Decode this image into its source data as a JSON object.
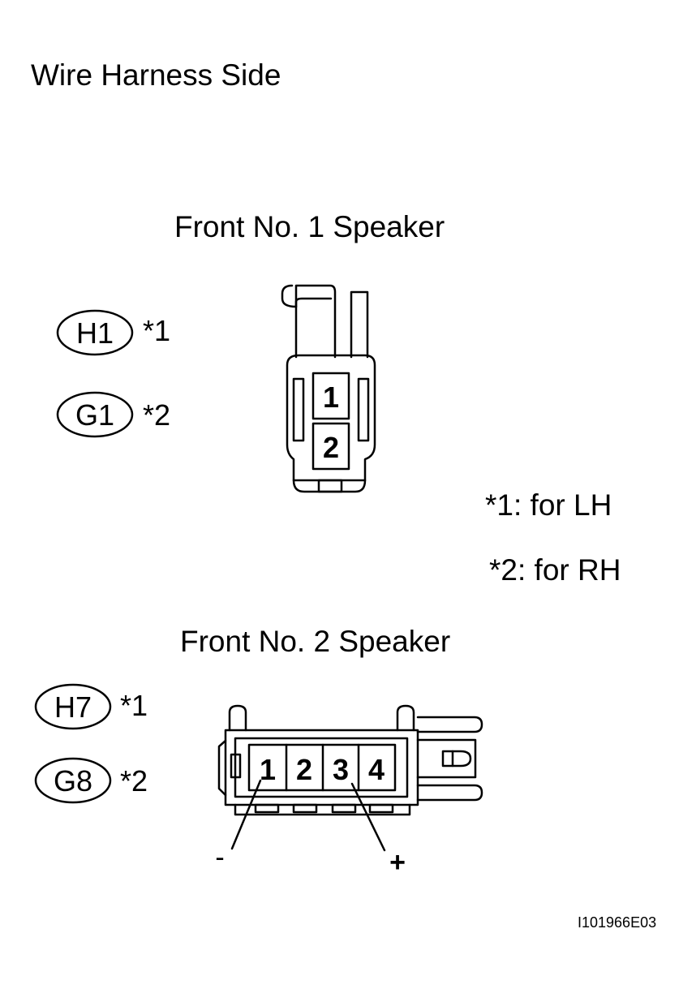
{
  "title": "Wire Harness Side",
  "front1": {
    "heading": "Front No. 1 Speaker",
    "codes": [
      {
        "label": "H1",
        "note": "*1"
      },
      {
        "label": "G1",
        "note": "*2"
      }
    ],
    "pins": [
      "1",
      "2"
    ]
  },
  "notes": {
    "n1": "*1: for LH",
    "n2": "*2: for RH"
  },
  "front2": {
    "heading": "Front No. 2 Speaker",
    "codes": [
      {
        "label": "H7",
        "note": "*1"
      },
      {
        "label": "G8",
        "note": "*2"
      }
    ],
    "pins": [
      "1",
      "2",
      "3",
      "4"
    ],
    "minus": "-",
    "plus": "+"
  },
  "figure_code": "I101966E03"
}
